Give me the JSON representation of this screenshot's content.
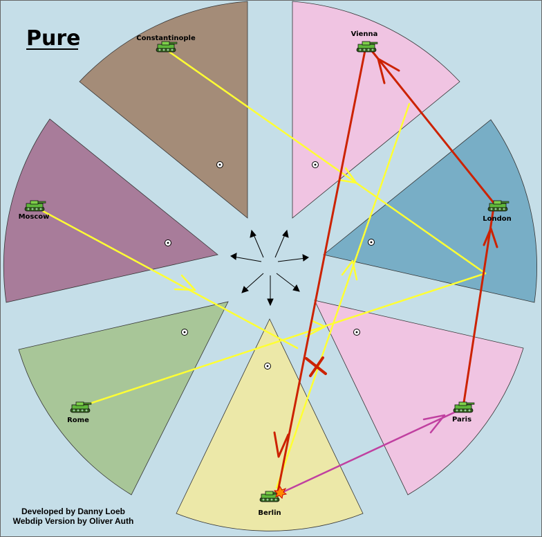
{
  "map": {
    "title": "Pure",
    "background": "#c5dee8",
    "credits": [
      "Developed by Danny Loeb",
      "Webdip Version by Oliver Auth"
    ]
  },
  "territories": [
    {
      "id": "constantinople",
      "name": "Constantinople",
      "color": "#a48c78"
    },
    {
      "id": "vienna",
      "name": "Vienna",
      "color": "#f0c4e2"
    },
    {
      "id": "london",
      "name": "London",
      "color": "#78aec6"
    },
    {
      "id": "paris",
      "name": "Paris",
      "color": "#f0c4e2"
    },
    {
      "id": "berlin",
      "name": "Berlin",
      "color": "#ece8a8"
    },
    {
      "id": "rome",
      "name": "Rome",
      "color": "#a8c698"
    },
    {
      "id": "moscow",
      "name": "Moscow",
      "color": "#a87c9a"
    }
  ],
  "orders": [
    {
      "type": "move",
      "from": "Constantinople",
      "to": "London",
      "color": "#ffff33"
    },
    {
      "type": "move",
      "from": "Moscow",
      "to": "Berlin",
      "color": "#ffff33"
    },
    {
      "type": "move",
      "from": "Rome",
      "to": "London",
      "color": "#ffff33"
    },
    {
      "type": "support",
      "from": "Berlin",
      "to": "Vienna",
      "color": "#ffff33"
    },
    {
      "type": "move",
      "from": "Vienna",
      "to": "Berlin",
      "color": "#cc2200",
      "failed": true
    },
    {
      "type": "move",
      "from": "London",
      "to": "Vienna",
      "color": "#cc2200"
    },
    {
      "type": "move",
      "from": "Paris",
      "to": "London",
      "color": "#cc2200"
    },
    {
      "type": "move",
      "from": "Berlin",
      "to": "Paris",
      "color": "#c040a0"
    }
  ]
}
